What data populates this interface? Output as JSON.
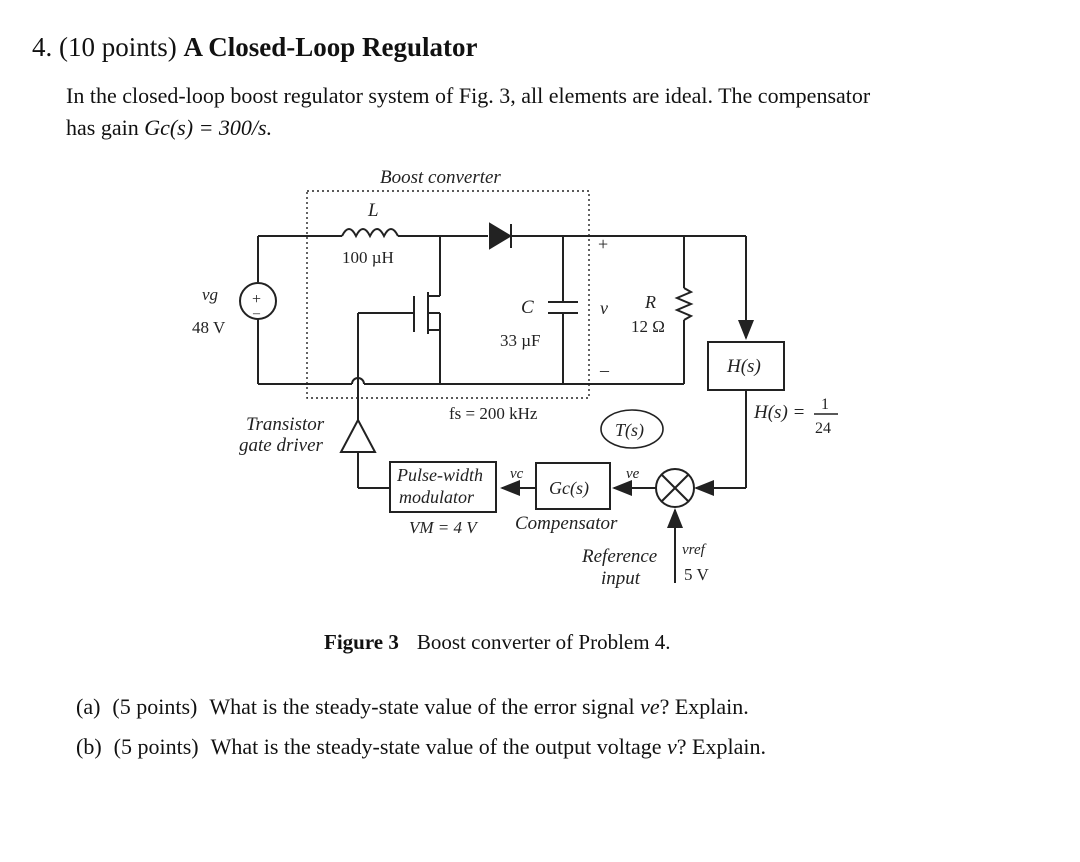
{
  "problem": {
    "number": "4.",
    "points": "(10 points)",
    "title": "A Closed-Loop Regulator",
    "intro_line1": "In the closed-loop boost regulator system of Fig. 3, all elements are ideal. The compensator",
    "intro_line2_pre": "has gain ",
    "intro_line2_math": "Gc(s) = 300/s."
  },
  "figure": {
    "boost_label": "Boost converter",
    "inductor_symbol": "L",
    "inductor_value": "100 µH",
    "source_symbol": "vg",
    "source_value": "48 V",
    "cap_symbol": "C",
    "cap_value": "33 µF",
    "v_symbol": "v",
    "plus": "+",
    "minus": "–",
    "r_symbol": "R",
    "r_value": "12 Ω",
    "h_block": "H(s)",
    "h_eq_lhs": "H(s) =",
    "h_num": "1",
    "h_den": "24",
    "gate_driver_1": "Transistor",
    "gate_driver_2": "gate driver",
    "fs_label": "fs = 200 kHz",
    "ts_label": "T(s)",
    "pwm_1": "Pulse-width",
    "pwm_2": "modulator",
    "vm_label": "VM = 4 V",
    "vc_label": "vc",
    "gc_block": "Gc(s)",
    "ve_label": "ve",
    "compensator": "Compensator",
    "reference_1": "Reference",
    "reference_2": "input",
    "vref_symbol": "vref",
    "vref_value": "5 V"
  },
  "caption": {
    "label": "Figure 3",
    "text": "Boost converter of Problem 4."
  },
  "questions": [
    {
      "part": "(a)",
      "points": "(5 points)",
      "text_pre": "What is the steady-state value of the error signal ",
      "var": "ve",
      "text_post": "? Explain."
    },
    {
      "part": "(b)",
      "points": "(5 points)",
      "text_pre": "What is the steady-state value of the output voltage ",
      "var": "v",
      "text_post": "? Explain."
    }
  ]
}
